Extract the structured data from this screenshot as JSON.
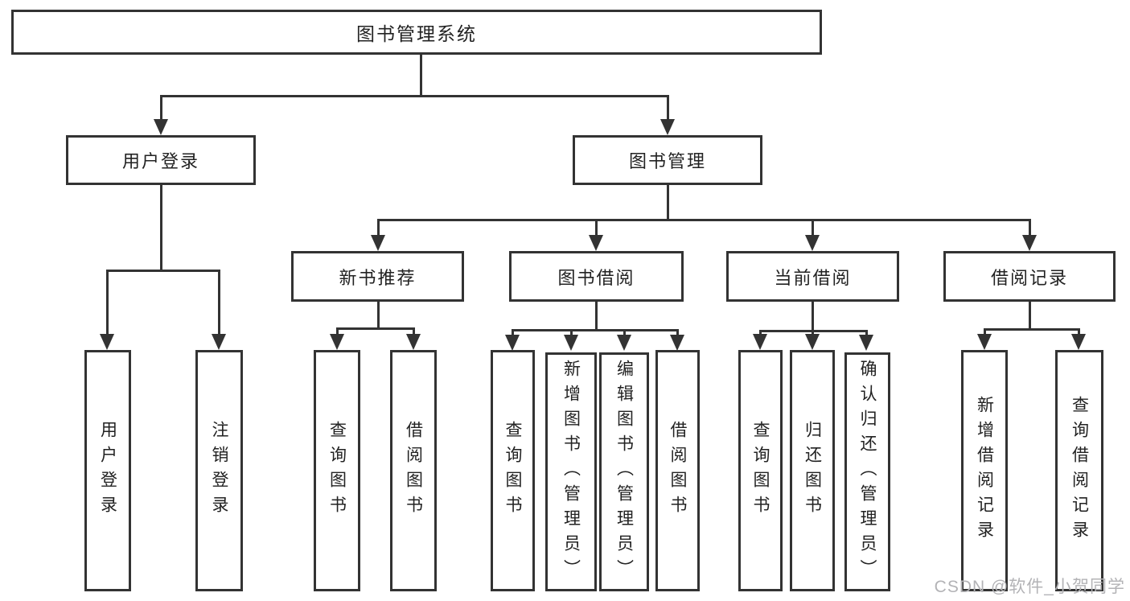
{
  "page": {
    "background": "#ffffff",
    "line_color": "#333333",
    "text_color": "#222222"
  },
  "tree": {
    "root": {
      "label": "图书管理系统"
    },
    "branches": [
      {
        "label": "用户登录",
        "children": [
          {
            "label": "用户登录"
          },
          {
            "label": "注销登录"
          }
        ]
      },
      {
        "label": "图书管理",
        "children": [
          {
            "label": "新书推荐",
            "children": [
              {
                "label": "查询图书"
              },
              {
                "label": "借阅图书"
              }
            ]
          },
          {
            "label": "图书借阅",
            "children": [
              {
                "label": "查询图书"
              },
              {
                "label": "新增图书（管理员）"
              },
              {
                "label": "编辑图书（管理员）"
              },
              {
                "label": "借阅图书"
              }
            ]
          },
          {
            "label": "当前借阅",
            "children": [
              {
                "label": "查询图书"
              },
              {
                "label": "归还图书"
              },
              {
                "label": "确认归还（管理员）"
              }
            ]
          },
          {
            "label": "借阅记录",
            "children": [
              {
                "label": "新增借阅记录"
              },
              {
                "label": "查询借阅记录"
              }
            ]
          }
        ]
      }
    ]
  },
  "watermark": {
    "text": "CSDN @软件_小贺同学",
    "color": "#b3b3b6"
  }
}
